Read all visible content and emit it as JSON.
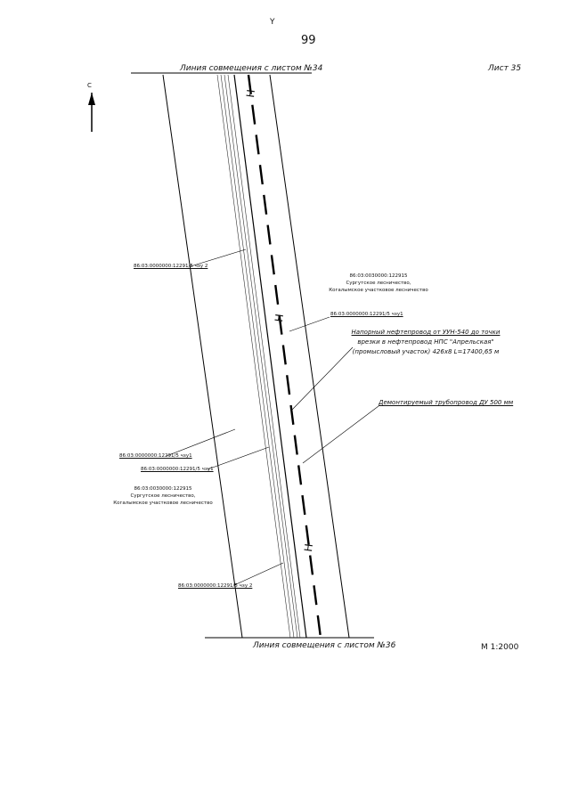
{
  "page_number": "99",
  "corner_mark": "Y",
  "sheet_label": "Лист 35",
  "scale_label": "М 1:2000",
  "join_top": "Линия совмещения с листом №34",
  "join_bottom": "Линия совмещения с листом №36",
  "north_label": "С",
  "parcels": [
    "86:03:0000000:12291/5 чзу 2",
    "86:03:0000000:12291/5 чзу1",
    "86:03:0000000:12291/5 чзу1",
    "86:03:0000000:12291/5 чзу1",
    "86:03:0000000:12291/5 чзу 2"
  ],
  "forest_right": [
    "86:03:0030000:122915",
    "Сургутское лесничество,",
    "Когалымское участковое лесничество"
  ],
  "forest_left": [
    "86:03:0030000:122915",
    "Сургутское лесничество,",
    "Когалымское участковое лесничество"
  ],
  "pipeline_label": [
    "Напорный нефтепровод от УУН-540 до точки",
    "врезки в нефтепровод НПС \"Апрельская\"",
    "(промысловый участок) 426х8 L=17400,65 м"
  ],
  "demolished_label": "Демонтируемый трубопровод ДУ 500 мм",
  "route_marker": "Н"
}
